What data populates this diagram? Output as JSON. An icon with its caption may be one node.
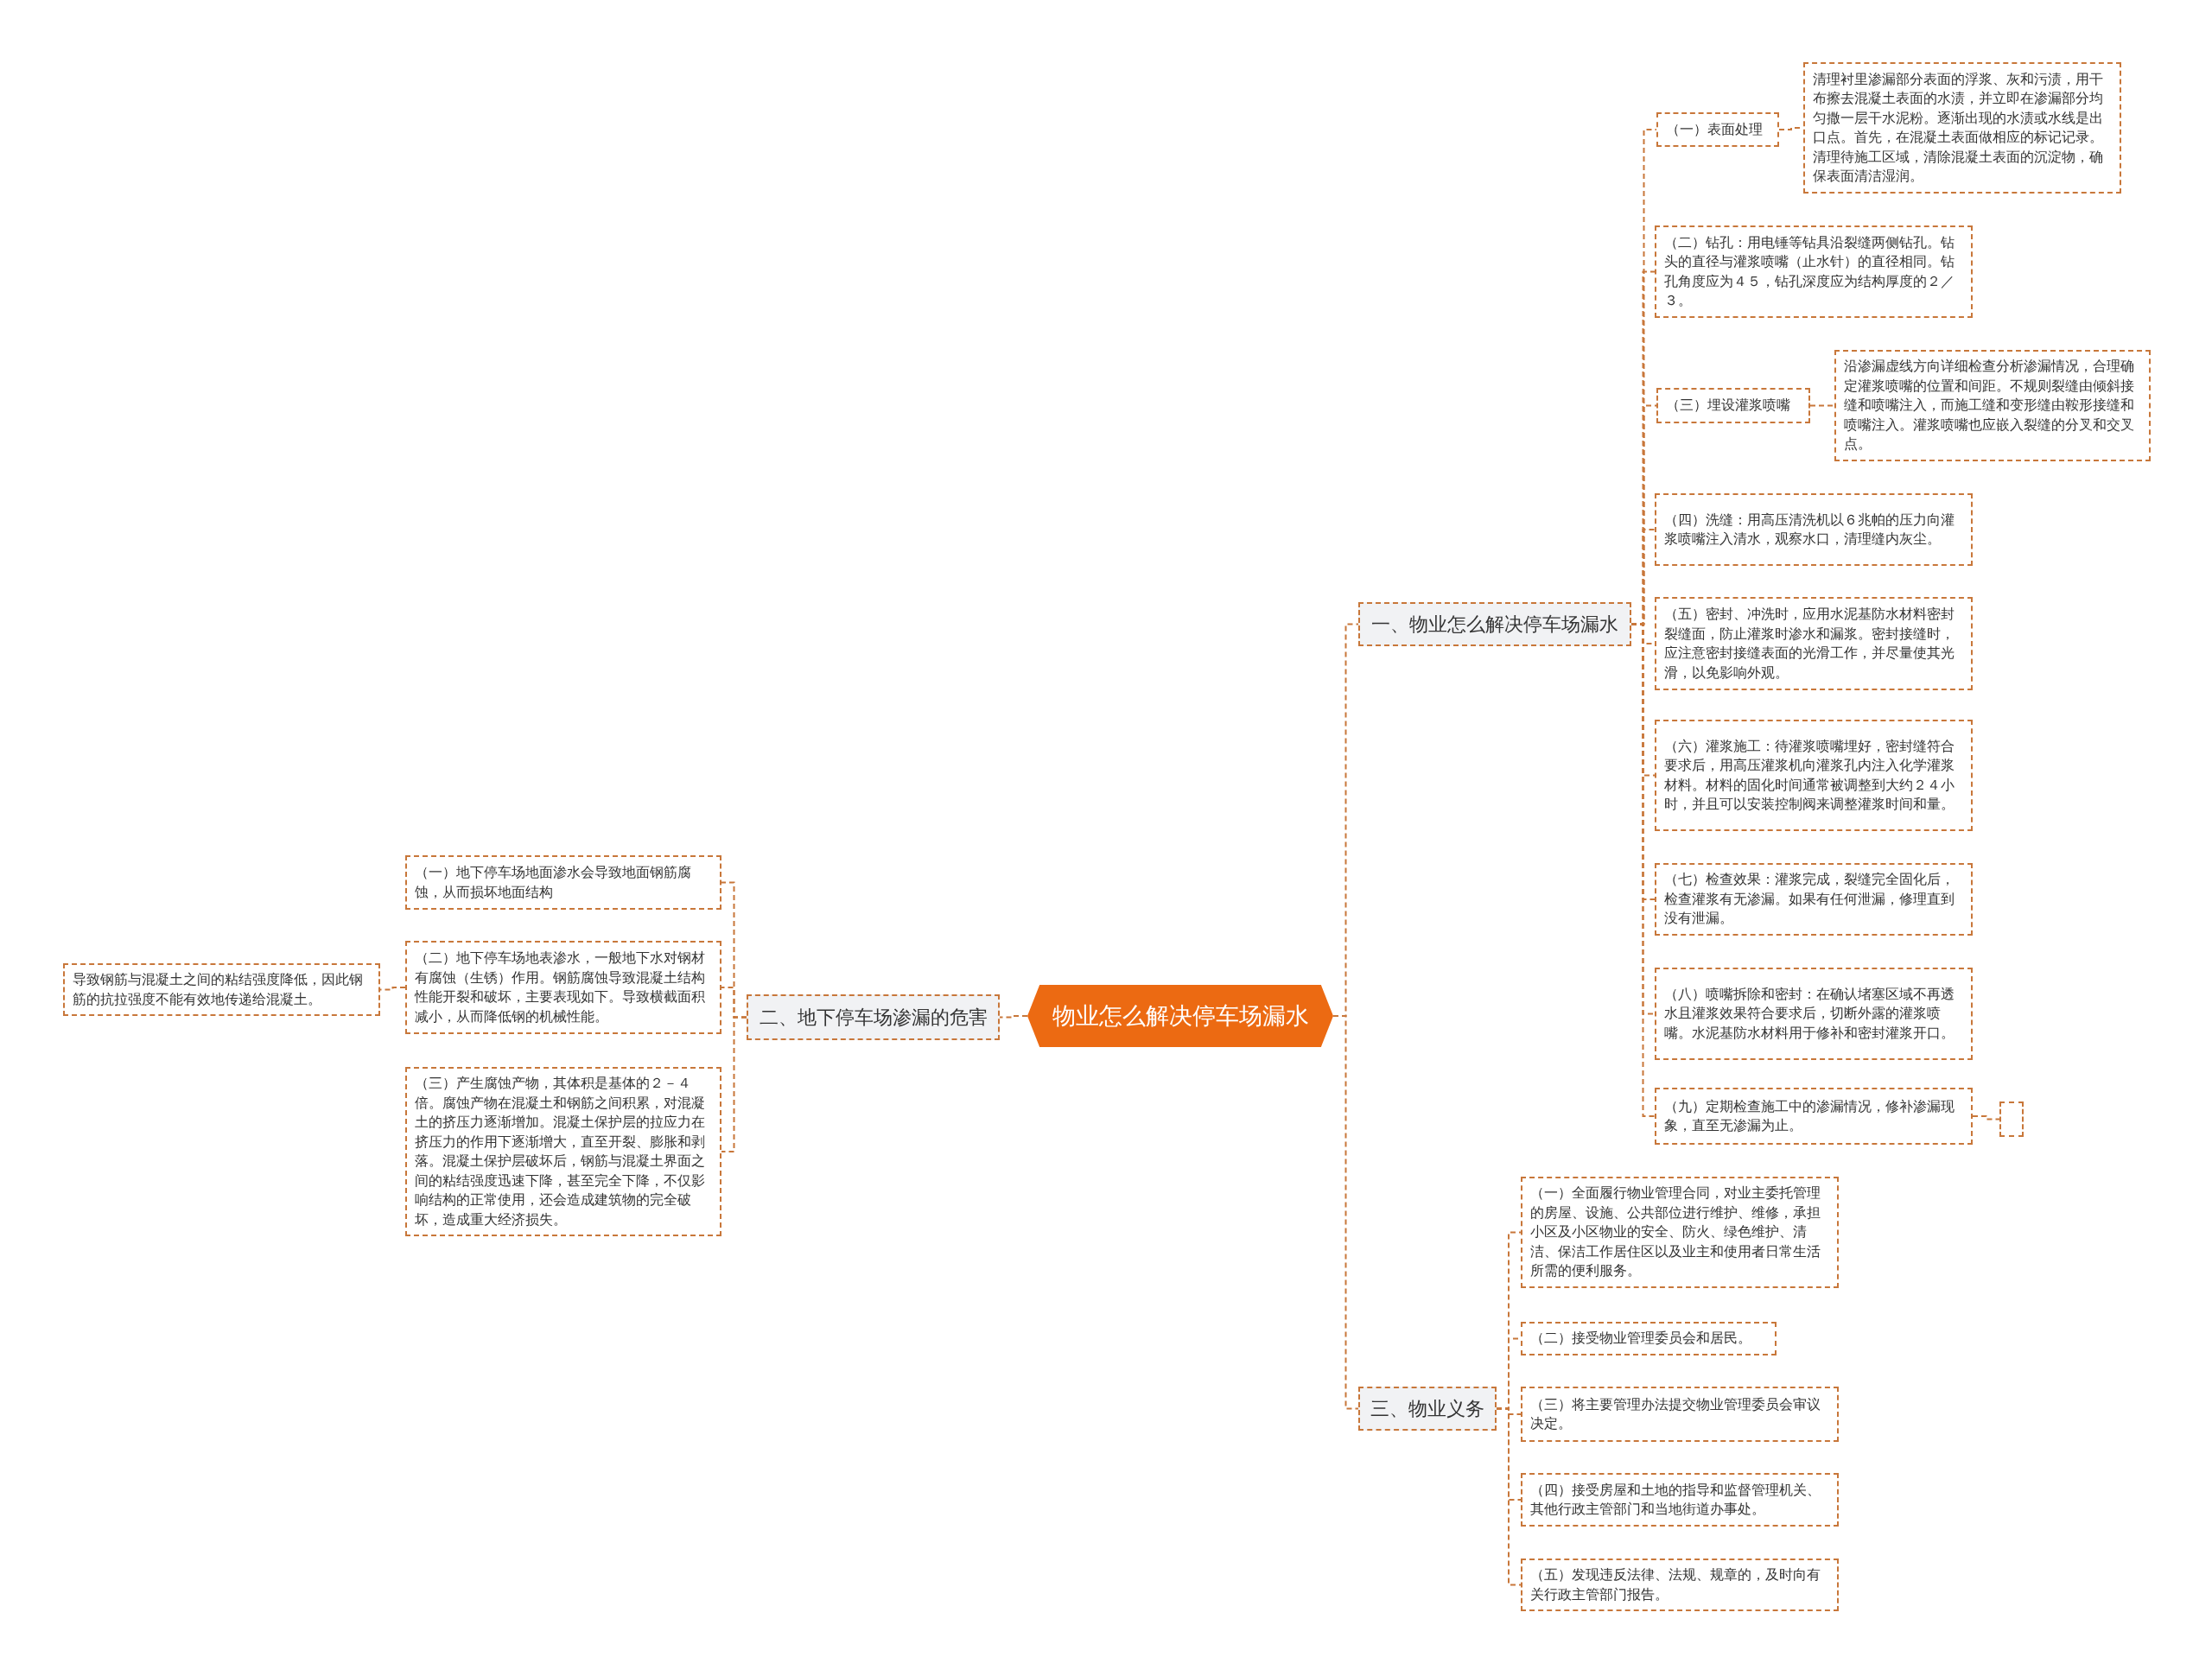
{
  "diagram": {
    "nodes": [
      {
        "text": [
          "物业怎么解决停车场漏水"
        ]
      },
      {
        "text": [
          "一、物业怎么解决停车场漏水"
        ]
      },
      {
        "text": [
          "（一）表面处理"
        ]
      },
      {
        "text": [
          "清理衬里渗漏部分表面的浮浆、灰和污渍，用干布擦去混凝土表面的水渍，并立即在渗漏部分均匀撒一层干水泥粉。逐渐出现的水渍或水线是出口点。首先，在混凝土表面做相应的标记记录。清理待施工区域，清除混凝土表面的沉淀物，确保表面清洁湿润。"
        ]
      },
      {
        "text": [
          "（二）钻孔：用电锤等钻具沿裂缝两侧钻孔。钻头的直径与灌浆喷嘴（止水针）的直径相同。钻孔角度应为４５，钻孔深度应为结构厚度的２／３。"
        ]
      },
      {
        "text": [
          "（三）埋设灌浆喷嘴"
        ]
      },
      {
        "text": [
          "沿渗漏虚线方向详细检查分析渗漏情况，合理确定灌浆喷嘴的位置和间距。不规则裂缝由倾斜接缝和喷嘴注入，而施工缝和变形缝由鞍形接缝和喷嘴注入。灌浆喷嘴也应嵌入裂缝的分叉和交叉点。"
        ]
      },
      {
        "text": [
          "（四）洗缝：用高压清洗机以６兆帕的压力向灌浆喷嘴注入清水，观察水口，清理缝内灰尘。"
        ]
      },
      {
        "text": [
          "（五）密封、冲洗时，应用水泥基防水材料密封裂缝面，防止灌浆时渗水和漏浆。密封接缝时，应注意密封接缝表面的光滑工作，并尽量使其光滑，以免影响外观。"
        ]
      },
      {
        "text": [
          "（六）灌浆施工：待灌浆喷嘴埋好，密封缝符合要求后，用高压灌浆机向灌浆孔内注入化学灌浆材料。材料的固化时间通常被调整到大约２４小时，并且可以安装控制阀来调整灌浆时间和量。"
        ]
      },
      {
        "text": [
          "（七）检查效果：灌浆完成，裂缝完全固化后，检查灌浆有无渗漏。如果有任何泄漏，修理直到没有泄漏。"
        ]
      },
      {
        "text": [
          "（八）喷嘴拆除和密封：在确认堵塞区域不再透水且灌浆效果符合要求后，切断外露的灌浆喷嘴。水泥基防水材料用于修补和密封灌浆开口。"
        ]
      },
      {
        "text": [
          "（九）定期检查施工中的渗漏情况，修补渗漏现象，直至无渗漏为止。"
        ]
      },
      {
        "text": [],
        "shape": "box"
      },
      {
        "text": [
          "二、地下停车场渗漏的危害"
        ]
      },
      {
        "text": [
          "（一）地下停车场地面渗水会导致地面钢筋腐蚀，从而损坏地面结构"
        ]
      },
      {
        "text": [
          "（二）地下停车场地表渗水，一般地下水对钢材有腐蚀（生锈）作用。钢筋腐蚀导致混凝土结构性能开裂和破坏，主要表现如下。导致横截面积减小，从而降低钢的机械性能。"
        ]
      },
      {
        "text": [
          "导致钢筋与混凝土之间的粘结强度降低，因此钢筋的抗拉强度不能有效地传递给混凝土。"
        ]
      },
      {
        "text": [
          "（三）产生腐蚀产物，其体积是基体的２－４倍。腐蚀产物在混凝土和钢筋之间积累，对混凝土的挤压力逐渐增加。混凝土保护层的拉应力在挤压力的作用下逐渐增大，直至开裂、膨胀和剥落。混凝土保护层破坏后，钢筋与混凝土界面之间的粘结强度迅速下降，甚至完全下降，不仅影响结构的正常使用，还会造成建筑物的完全破坏，造成重大经济损失。"
        ]
      },
      {
        "text": [
          "三、物业义务"
        ]
      },
      {
        "text": [
          "（一）全面履行物业管理合同，对业主委托管理的房屋、设施、公共部位进行维护、维修，承担小区及小区物业的安全、防火、绿色维护、清洁、保洁工作居住区以及业主和使用者日常生活所需的便利服务。"
        ]
      },
      {
        "text": [
          "（二）接受物业管理委员会和居民。"
        ]
      },
      {
        "text": [
          "（三）将主要管理办法提交物业管理委员会审议决定。"
        ]
      },
      {
        "text": [
          "（四）接受房屋和土地的指导和监督管理机关、其他行政主管部门和当地街道办事处。"
        ]
      },
      {
        "text": [
          "（五）发现违反法律、法规、规章的，及时向有关行政主管部门报告。"
        ]
      }
    ],
    "edges": [
      {
        "from": 0,
        "to": 1,
        "arrow": "none"
      },
      {
        "from": 1,
        "to": 2,
        "arrow": "none"
      },
      {
        "from": 2,
        "to": 3,
        "arrow": "none"
      },
      {
        "from": 1,
        "to": 4,
        "arrow": "none"
      },
      {
        "from": 1,
        "to": 5,
        "arrow": "none"
      },
      {
        "from": 5,
        "to": 6,
        "arrow": "none"
      },
      {
        "from": 1,
        "to": 7,
        "arrow": "none"
      },
      {
        "from": 1,
        "to": 8,
        "arrow": "none"
      },
      {
        "from": 1,
        "to": 9,
        "arrow": "none"
      },
      {
        "from": 1,
        "to": 10,
        "arrow": "none"
      },
      {
        "from": 1,
        "to": 11,
        "arrow": "none"
      },
      {
        "from": 1,
        "to": 12,
        "arrow": "none"
      },
      {
        "from": 12,
        "to": 13,
        "arrow": "none"
      },
      {
        "from": 0,
        "to": 14,
        "arrow": "none"
      },
      {
        "from": 14,
        "to": 15,
        "arrow": "none"
      },
      {
        "from": 14,
        "to": 16,
        "arrow": "none"
      },
      {
        "from": 16,
        "to": 17,
        "arrow": "none"
      },
      {
        "from": 14,
        "to": 18,
        "arrow": "none"
      },
      {
        "from": 0,
        "to": 19,
        "arrow": "none"
      },
      {
        "from": 19,
        "to": 20,
        "arrow": "none"
      },
      {
        "from": 19,
        "to": 21,
        "arrow": "none"
      },
      {
        "from": 19,
        "to": 22,
        "arrow": "none"
      },
      {
        "from": 19,
        "to": 23,
        "arrow": "none"
      },
      {
        "from": 19,
        "to": 24,
        "arrow": "none"
      }
    ]
  }
}
